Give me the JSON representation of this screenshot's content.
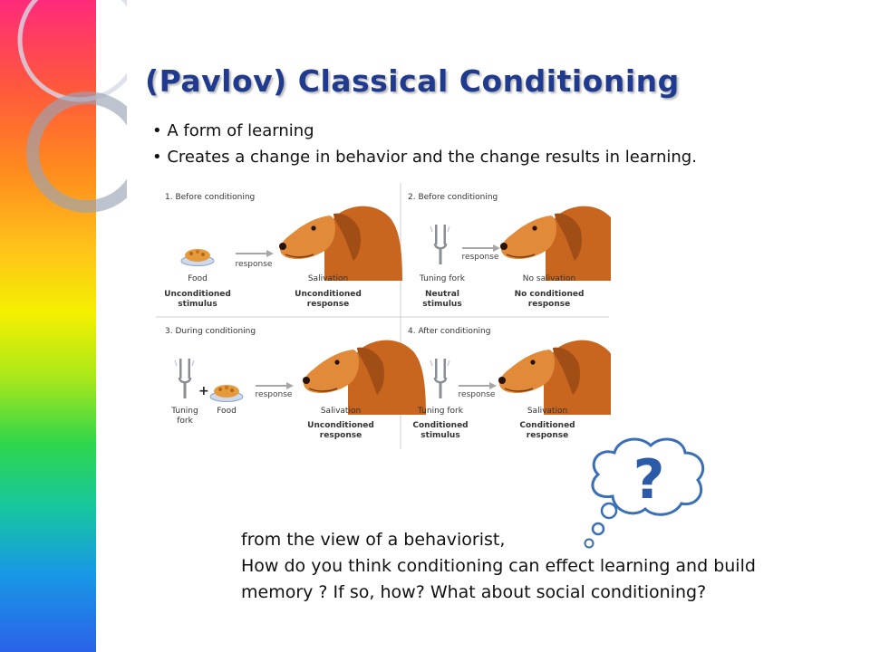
{
  "slide": {
    "title": "(Pavlov) Classical Conditioning",
    "bullets": [
      "A form of learning",
      "Creates a change in behavior and  the change results in learning."
    ],
    "question_lines": [
      "from the view of a behaviorist,",
      "How do you think conditioning can effect learning and build",
      "memory ? If so, how?  What about social conditioning?"
    ],
    "thought_symbol": "?"
  },
  "diagram": {
    "panels": [
      {
        "heading": "1. Before conditioning",
        "arrow": "response",
        "stimulus": "Food",
        "stimulus_type": "Unconditioned\nstimulus",
        "result": "Salivation",
        "result_type": "Unconditioned\nresponse"
      },
      {
        "heading": "2. Before conditioning",
        "arrow": "response",
        "stimulus": "Tuning fork",
        "stimulus_type": "Neutral\nstimulus",
        "result": "No salivation",
        "result_type": "No conditioned\nresponse"
      },
      {
        "heading": "3. During conditioning",
        "arrow": "response",
        "stimulus_a": "Tuning\nfork",
        "stimulus_b": "Food",
        "result": "Salivation",
        "result_type": "Unconditioned\nresponse"
      },
      {
        "heading": "4. After conditioning",
        "arrow": "response",
        "stimulus": "Tuning fork",
        "stimulus_type": "Conditioned\nstimulus",
        "result": "Salivation",
        "result_type": "Conditioned\nresponse"
      }
    ]
  },
  "colors": {
    "title": "#1f3a8f",
    "dog": "#d5782c",
    "question_mark": "#2b5aa8"
  }
}
